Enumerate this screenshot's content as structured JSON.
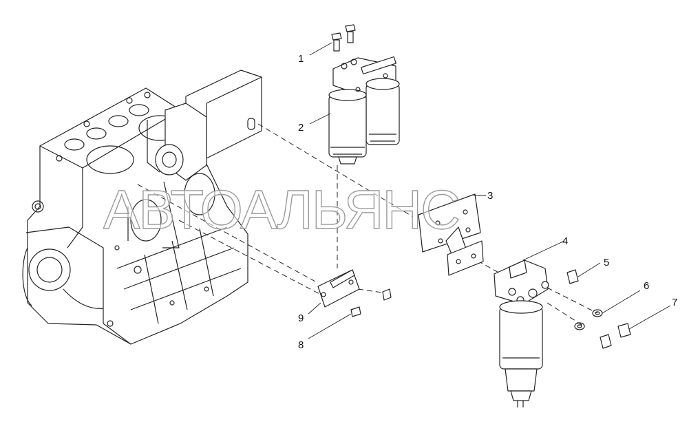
{
  "diagram": {
    "callouts": {
      "c1": "1",
      "c2": "2",
      "c3": "3",
      "c4": "4",
      "c5": "5",
      "c6": "6",
      "c7": "7",
      "c8": "8",
      "c9": "9"
    },
    "watermark_text": "АВТОАЛЬЯНС"
  },
  "colors": {
    "line": "#222222",
    "watermark_fill": "#ffffff",
    "watermark_stroke": "#9a9a9a"
  }
}
